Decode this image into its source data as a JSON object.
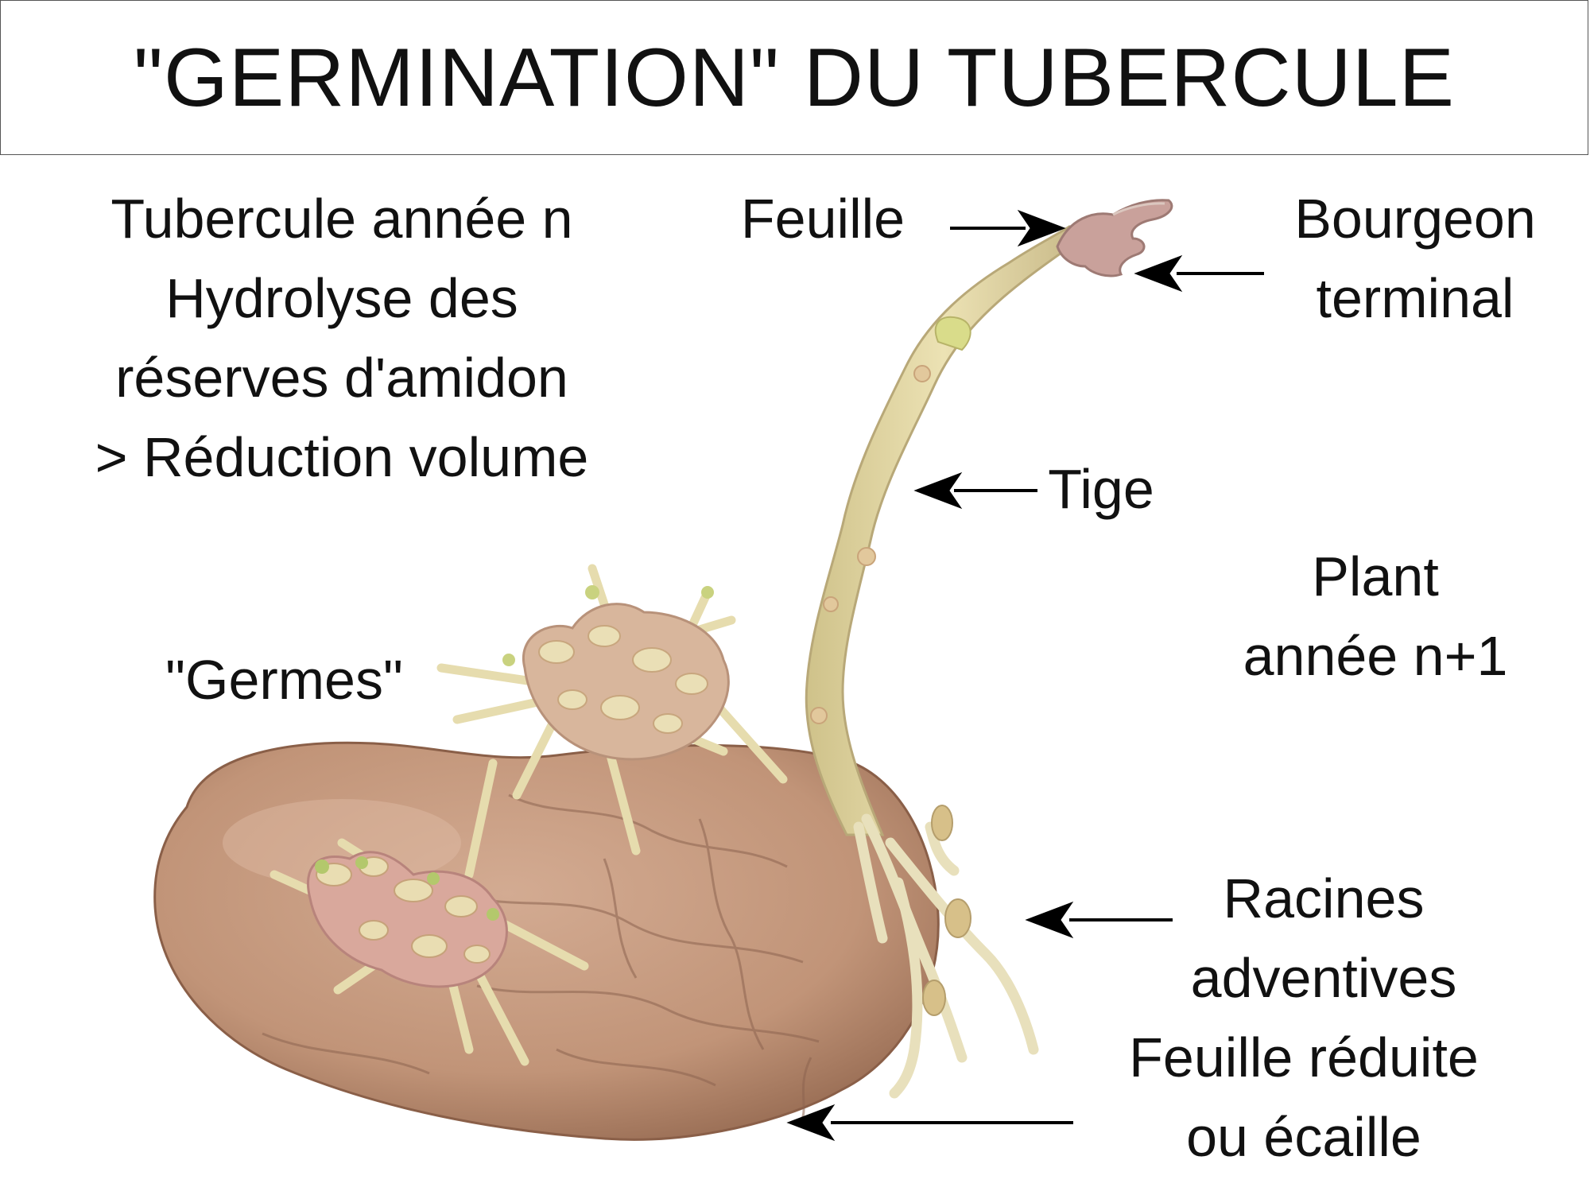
{
  "title": "\"GERMINATION\" DU TUBERCULE",
  "labels": {
    "tubercule": [
      "Tubercule année n",
      "Hydrolyse des",
      "réserves d'amidon",
      "> Réduction volume"
    ],
    "feuille": "Feuille",
    "bourgeon": [
      "Bourgeon",
      "terminal"
    ],
    "tige": "Tige",
    "plant": [
      "Plant",
      "année n+1"
    ],
    "germes": "\"Germes\"",
    "racines": [
      "Racines",
      "adventives"
    ],
    "ecaille": [
      "Feuille réduite",
      "ou écaille"
    ]
  },
  "colors": {
    "tuber_skin": "#c19478",
    "tuber_shadow": "#9e7056",
    "stem": "#ded29d",
    "sprout_pink": "#d8a39d",
    "arrow": "#000000",
    "frame_border": "#555555"
  }
}
